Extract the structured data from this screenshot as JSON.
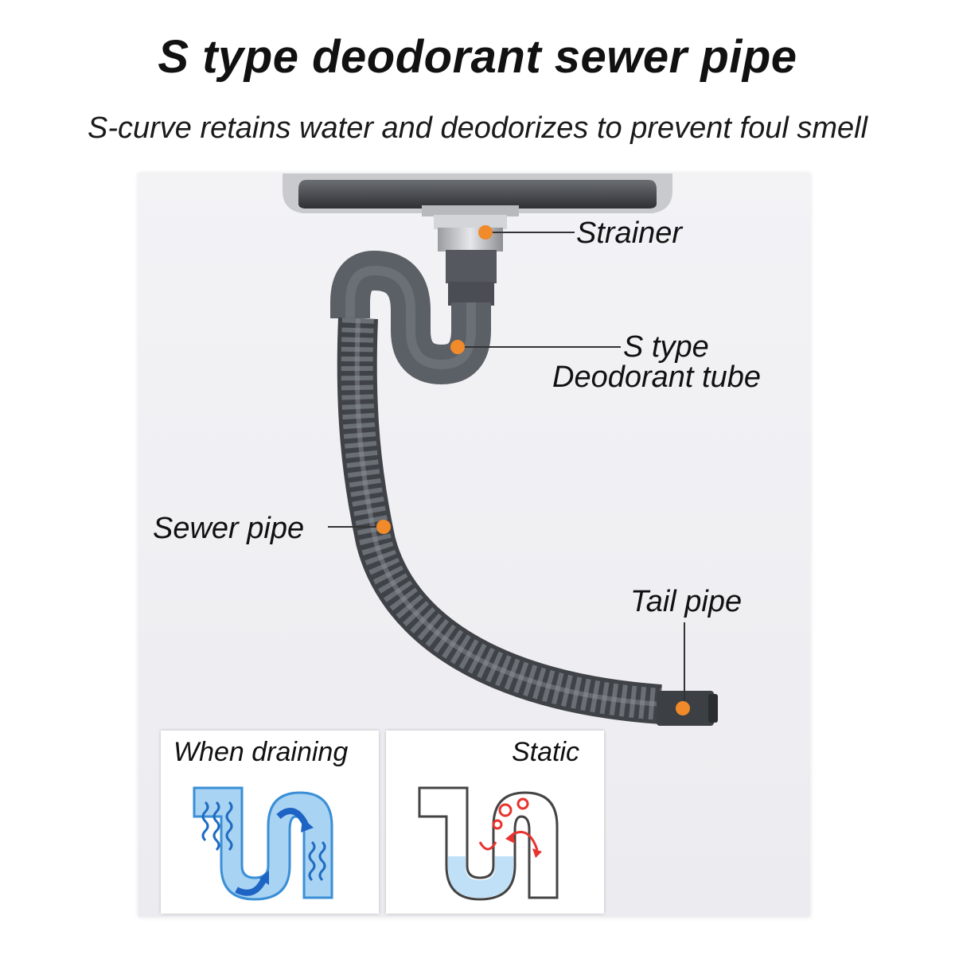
{
  "header": {
    "title": "S type deodorant sewer pipe",
    "subtitle": "S-curve retains water and deodorizes to prevent foul smell"
  },
  "labels": {
    "strainer": "Strainer",
    "s_type_line1": "S type",
    "s_type_line2": "Deodorant tube",
    "sewer_pipe": "Sewer pipe",
    "tail_pipe": "Tail pipe"
  },
  "panels": {
    "draining": "When draining",
    "static": "Static"
  },
  "colors": {
    "pipe": "#5b5f66",
    "marker": "#f08a2a",
    "water": "#2a7fd4",
    "odor": "#e8332e"
  }
}
